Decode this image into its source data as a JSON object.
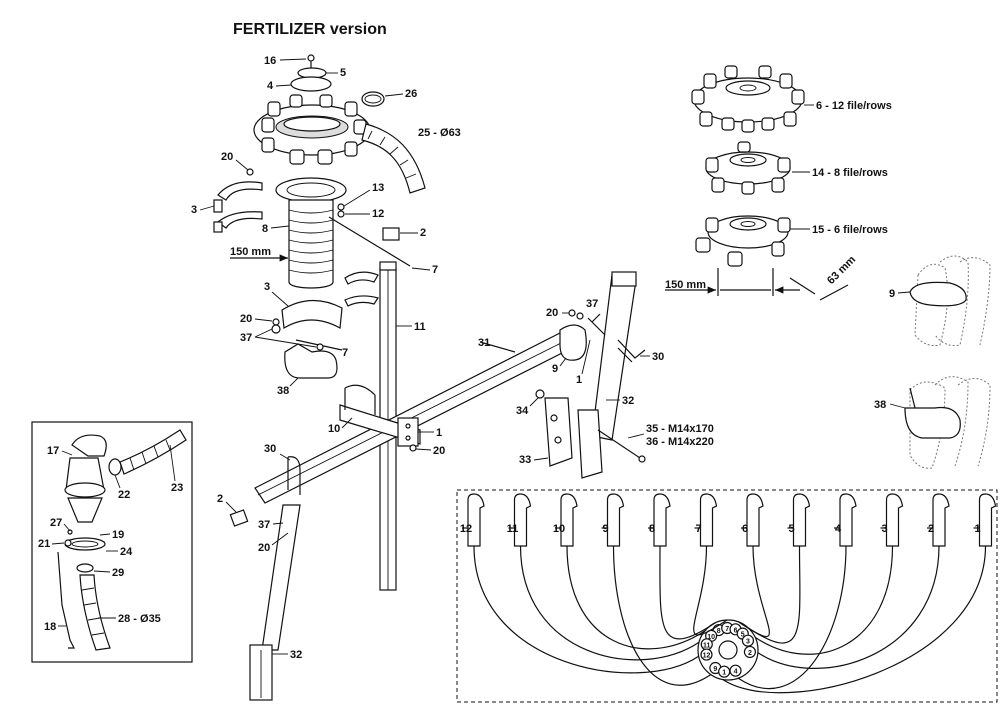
{
  "title": "FERTILIZER version",
  "callouts": {
    "p16": "16",
    "p5": "5",
    "p4": "4",
    "p26": "26",
    "p25": "25 - Ø63",
    "p20a": "20",
    "p3a": "3",
    "p13": "13",
    "p12": "12",
    "p8": "8",
    "p2a": "2",
    "p150a": "150 mm",
    "p7a": "7",
    "p3b": "3",
    "p20b": "20",
    "p37a": "37",
    "p7b": "7",
    "p11": "11",
    "p38a": "38",
    "p31": "31",
    "p10": "10",
    "p1a": "1",
    "p20c": "20",
    "p30a": "30",
    "p2b": "2",
    "p37b": "37",
    "p20d": "20",
    "p32a": "32",
    "p20e": "20",
    "p37c": "37",
    "p9a": "9",
    "p1b": "1",
    "p30b": "30",
    "p34": "34",
    "p32b": "32",
    "p35": "35 - M14x170",
    "p36": "36 - M14x220",
    "p33": "33",
    "p6": "6 - 12 file/rows",
    "p14": "14 - 8 file/rows",
    "p15": "15 - 6 file/rows",
    "p150b": "150 mm",
    "p63": "63 mm",
    "p9b": "9",
    "p38b": "38",
    "p17": "17",
    "p22": "22",
    "p23": "23",
    "p27": "27",
    "p19": "19",
    "p21": "21",
    "p24": "24",
    "p29": "29",
    "p18": "18",
    "p28": "28 - Ø35"
  },
  "rows": [
    "12",
    "11",
    "10",
    "9",
    "8",
    "7",
    "6",
    "5",
    "4",
    "3",
    "2",
    "1"
  ],
  "hub_outlets": [
    "8",
    "7",
    "6",
    "5",
    "10",
    "3",
    "11",
    "2",
    "12",
    "9",
    "4",
    "1"
  ]
}
